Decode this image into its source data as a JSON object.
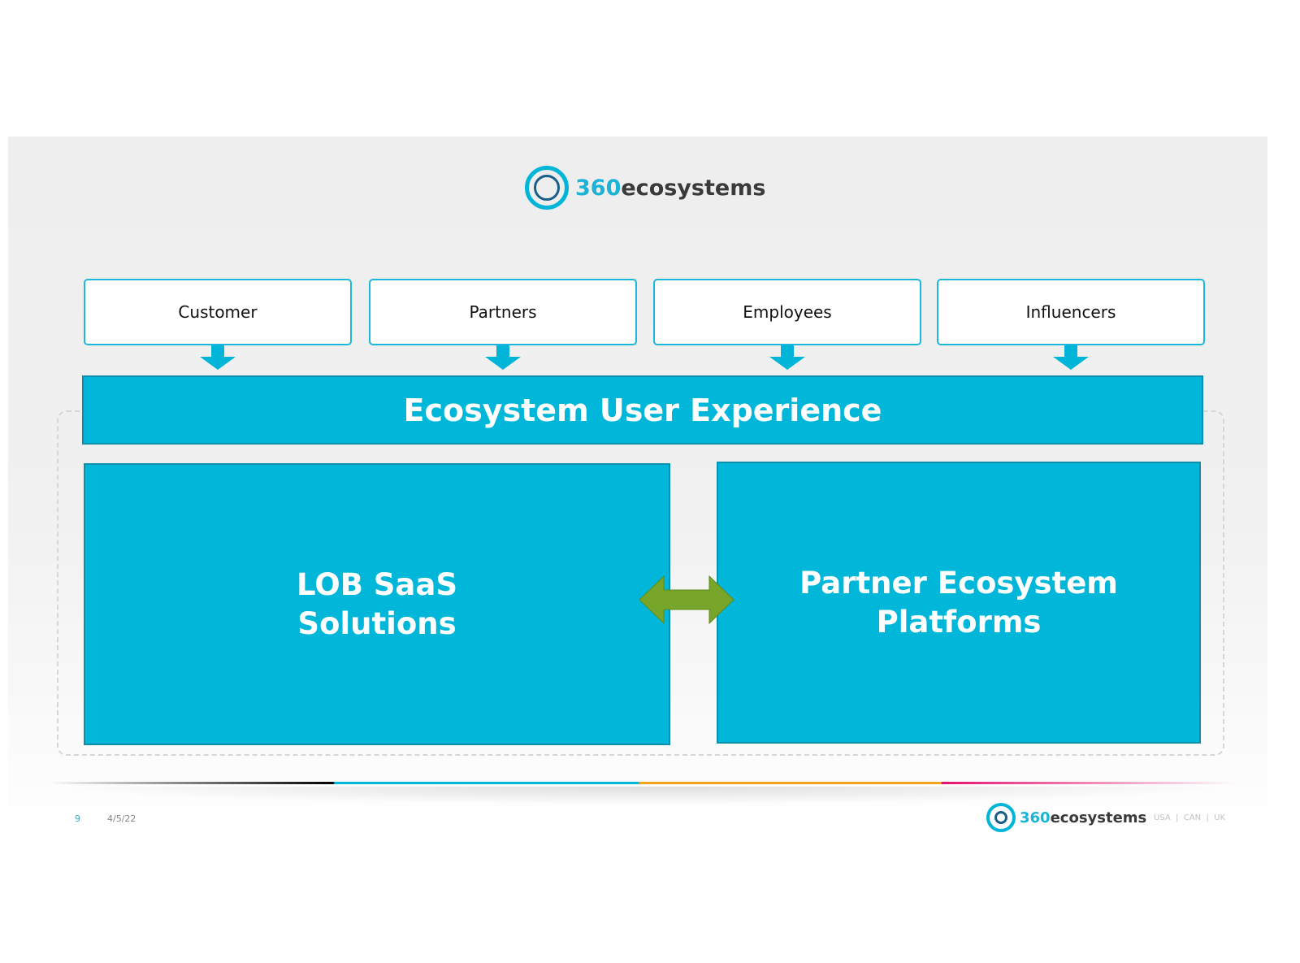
{
  "header": {
    "logo_number": "360",
    "logo_word": "ecosystems"
  },
  "stakeholders": [
    {
      "label": "Customer"
    },
    {
      "label": "Partners"
    },
    {
      "label": "Employees"
    },
    {
      "label": "Influencers"
    }
  ],
  "banner": {
    "label": "Ecosystem User Experience"
  },
  "left_box": {
    "line1": "LOB SaaS",
    "line2": "Solutions"
  },
  "right_box": {
    "line1": "Partner Ecosystem",
    "line2": "Platforms"
  },
  "footer": {
    "page_number": "9",
    "date": "4/5/22",
    "logo_number": "360",
    "logo_word": "ecosystems",
    "regions": "USA  |  CAN  |  UK"
  },
  "colors": {
    "primary": "#00b7d9",
    "arrow": "#76a52a",
    "orange": "#f7a21b",
    "pink": "#e5106f"
  }
}
